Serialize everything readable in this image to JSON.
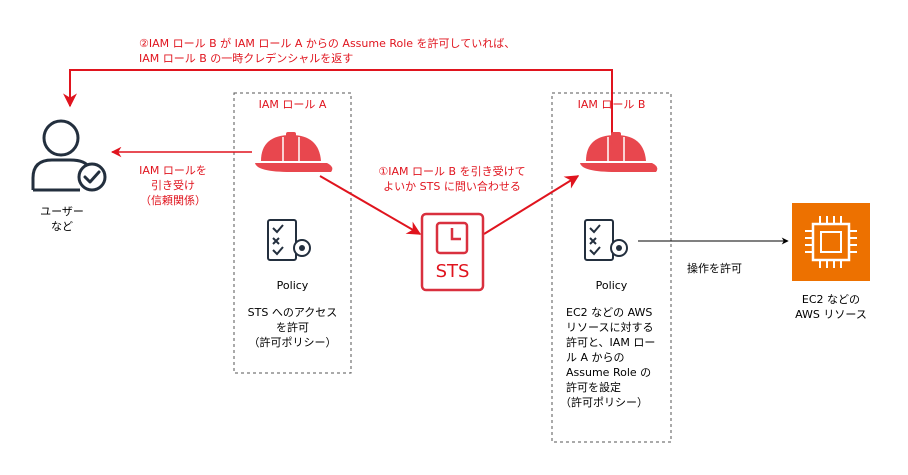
{
  "colors": {
    "red": "#e0141e",
    "helmet": "#e8474e",
    "sts_box": "#d9303e",
    "ec2_orange": "#ed7100",
    "dark": "#232f3e",
    "border_dash": "#555555"
  },
  "top_note": {
    "line1": "②IAM ロール B が IAM ロール A からの Assume Role を許可していれば、",
    "line2": "IAM ロール B の一時クレデンシャルを返す"
  },
  "user": {
    "icon": "user-check-icon",
    "label_line1": "ユーザー",
    "label_line2": "など"
  },
  "assume_note": {
    "line1": "IAM ロールを",
    "line2": "引き受け",
    "line3": "（信頼関係）"
  },
  "role_a": {
    "title": "IAM ロール A",
    "icon": "hardhat-icon",
    "policy_icon": "policy-document-icon",
    "policy_label": "Policy",
    "desc_line1": "STS へのアクセス",
    "desc_line2": "を許可",
    "desc_line3": "（許可ポリシー）"
  },
  "sts": {
    "label": "STS",
    "icon": "clock-icon"
  },
  "sts_note": {
    "line1": "①IAM ロール B を引き受けて",
    "line2": "よいか STS に問い合わせる"
  },
  "role_b": {
    "title": "IAM ロール B",
    "icon": "hardhat-icon",
    "policy_icon": "policy-document-icon",
    "policy_label": "Policy",
    "desc_line1": "EC2 などの AWS",
    "desc_line2": "リソースに対する",
    "desc_line3": "許可と、IAM ロー",
    "desc_line4": "ル A からの",
    "desc_line5": "Assume Role の",
    "desc_line6": "許可を設定",
    "desc_line7": "（許可ポリシー）"
  },
  "operate_note": {
    "label": "操作を許可"
  },
  "ec2": {
    "icon": "chip-icon",
    "label_line1": "EC2 などの",
    "label_line2": "AWS リソース"
  }
}
